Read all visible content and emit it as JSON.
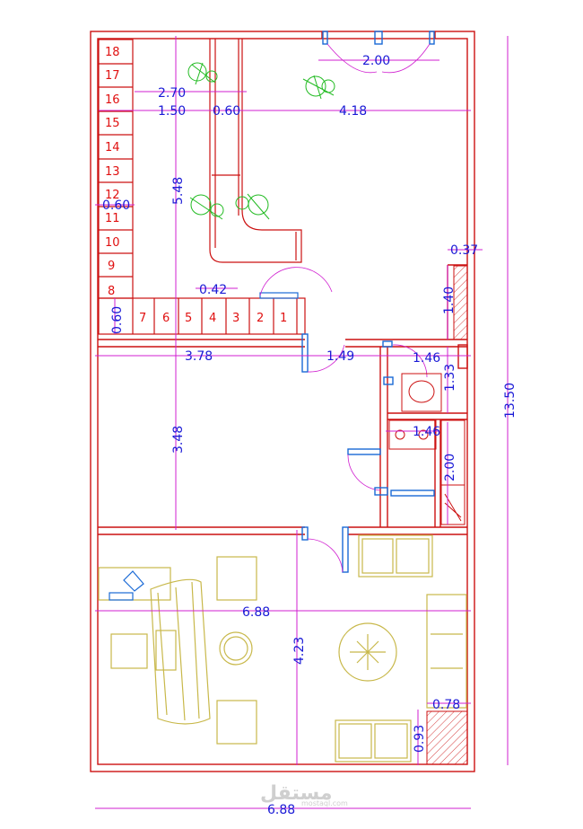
{
  "colors": {
    "wall": "#cc1111",
    "dimension_line": "#d01fd0",
    "dimension_text": "#1a1ad6",
    "chair_number": "#e01010",
    "furniture": "#c8b84a",
    "plant": "#22bb22",
    "door": "#1a6ad6"
  },
  "chairs": [
    "1",
    "2",
    "3",
    "4",
    "5",
    "6",
    "7",
    "8",
    "9",
    "10",
    "11",
    "12",
    "13",
    "14",
    "15",
    "16",
    "17",
    "18"
  ],
  "dimensions": {
    "entrance_door": "2.00",
    "counter_run": "2.70",
    "left_seating": "1.50",
    "counter_gap": "0.60",
    "right_space": "4.18",
    "hall_depth": "5.48",
    "seat_depth_side": "0.60",
    "seat_depth_bottom": "0.60",
    "seat_gap": "0.42",
    "corridor_width": "0.37",
    "corridor_length": "1.40",
    "middle_room_width": "3.78",
    "passage": "1.49",
    "wc_width": "1.46",
    "wc_depth": "1.33",
    "kitchen_width": "1.46",
    "kitchen_depth": "2.00",
    "middle_room_depth": "3.48",
    "total_height": "13.50",
    "office_width": "6.88",
    "office_depth": "4.23",
    "closet_width": "0.78",
    "closet_depth": "0.93",
    "total_width": "6.88"
  },
  "watermark": {
    "logo": "مستقل",
    "url": "mostaql.com"
  }
}
